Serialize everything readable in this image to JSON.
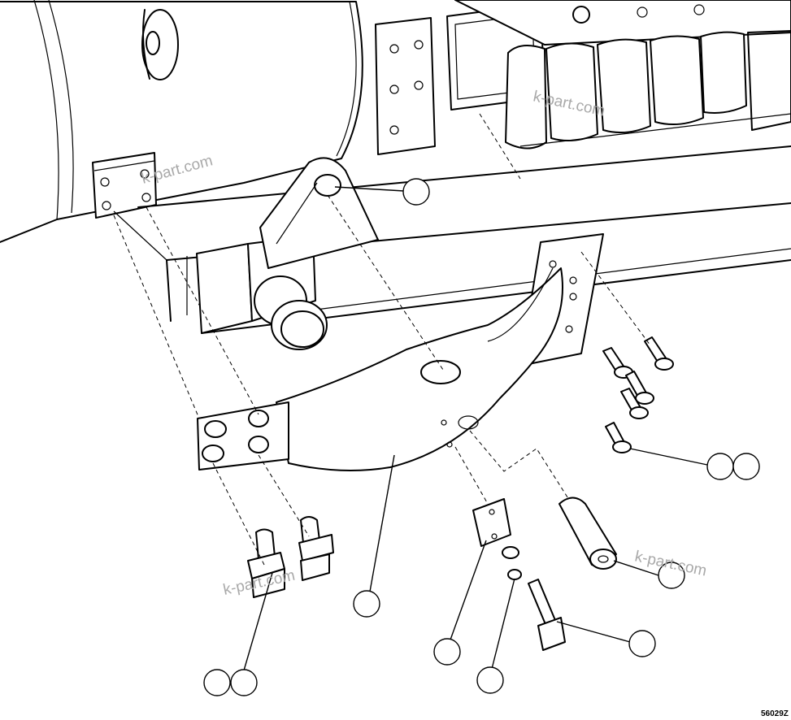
{
  "watermark": {
    "text": "k-part.com"
  },
  "drawing_code": "56029Z",
  "callouts": [
    {
      "id": "callout-pivot-pin-hole",
      "count": 1
    },
    {
      "id": "callout-bolt-set-right",
      "count": 2
    },
    {
      "id": "callout-bolt-set-left",
      "count": 2
    },
    {
      "id": "callout-bracket-plate",
      "count": 1
    },
    {
      "id": "callout-spacer-plate",
      "count": 1
    },
    {
      "id": "callout-washer-nut",
      "count": 1
    },
    {
      "id": "callout-sleeve-bushing",
      "count": 1
    },
    {
      "id": "callout-long-bolt",
      "count": 1
    }
  ]
}
